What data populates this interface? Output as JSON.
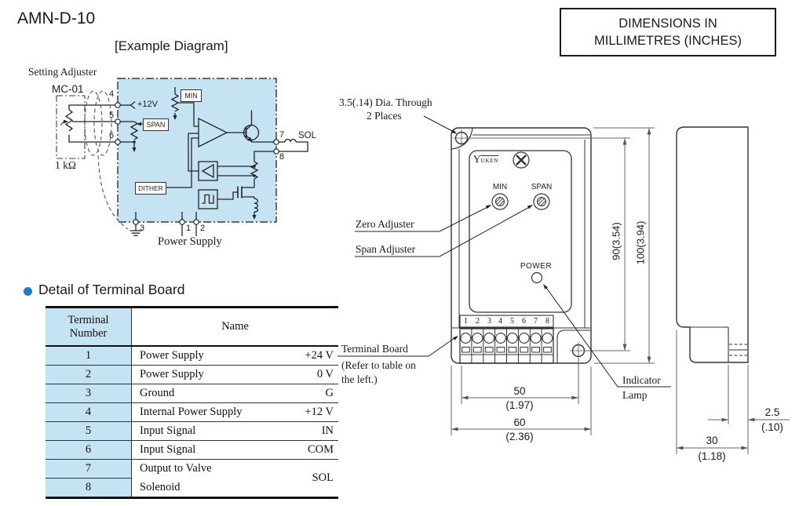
{
  "colors": {
    "diagram_blue": "#c6e3f3",
    "bullet_blue": "#1b7fc0",
    "line_dark": "#222222",
    "line_dim": "#666666"
  },
  "header": {
    "page_title": "AMN-D-10"
  },
  "dimensions_note": {
    "line1": "DIMENSIONS IN",
    "line2": "MILLIMETRES (INCHES)"
  },
  "example_diagram": {
    "title": "[Example Diagram]",
    "setting_adjuster_label": "Setting Adjuster",
    "adjuster_model": "MC-01",
    "resistance_label": "1 kΩ",
    "supply_label": "+12V",
    "min_label": "MIN",
    "span_label": "SPAN",
    "dither_label": "DITHER",
    "sol_label": "SOL",
    "power_supply_label": "Power Supply",
    "terminals": {
      "t1": "1",
      "t2": "2",
      "t3": "3",
      "t4": "4",
      "t5": "5",
      "t6": "6",
      "t7": "7",
      "t8": "8"
    }
  },
  "terminal_table": {
    "section_title": "Detail of Terminal Board",
    "header": {
      "col1_line1": "Terminal",
      "col1_line2": "Number",
      "col2": "Name"
    },
    "rows": [
      {
        "number": "1",
        "name": "Power Supply",
        "value": "+24 V"
      },
      {
        "number": "2",
        "name": "Power Supply",
        "value": "0 V"
      },
      {
        "number": "3",
        "name": "Ground",
        "value": "G"
      },
      {
        "number": "4",
        "name": "Internal Power Supply",
        "value": "+12 V"
      },
      {
        "number": "5",
        "name": "Input Signal",
        "value": "IN"
      },
      {
        "number": "6",
        "name": "Input Signal",
        "value": "COM"
      }
    ],
    "merged_row": {
      "number_top": "7",
      "number_bottom": "8",
      "name_line1": "Output to Valve",
      "name_line2": "Solenoid",
      "value": "SOL"
    }
  },
  "front_view": {
    "hole_note_line1": "3.5(.14) Dia. Through",
    "hole_note_line2": "2 Places",
    "zero_adjuster_label": "Zero Adjuster",
    "span_adjuster_label": "Span Adjuster",
    "terminal_board_line1": "Terminal Board",
    "terminal_board_line2": "(Refer to table on",
    "terminal_board_line3": "the left.)",
    "indicator_line1": "Indicator",
    "indicator_line2": "Lamp",
    "power_label": "POWER",
    "min_label": "MIN",
    "span_label": "SPAN",
    "brand_y": "Y",
    "brand_rest": "UKEN",
    "terminal_numbers": [
      "1",
      "2",
      "3",
      "4",
      "5",
      "6",
      "7",
      "8"
    ],
    "dim_50": "50",
    "dim_50_in": "(1.97)",
    "dim_60": "60",
    "dim_60_in": "(2.36)",
    "dim_90": "90(3.54)",
    "dim_100": "100(3.94)"
  },
  "side_view": {
    "dim_2_5": "2.5",
    "dim_2_5_in": "(.10)",
    "dim_30": "30",
    "dim_30_in": "(1.18)"
  }
}
